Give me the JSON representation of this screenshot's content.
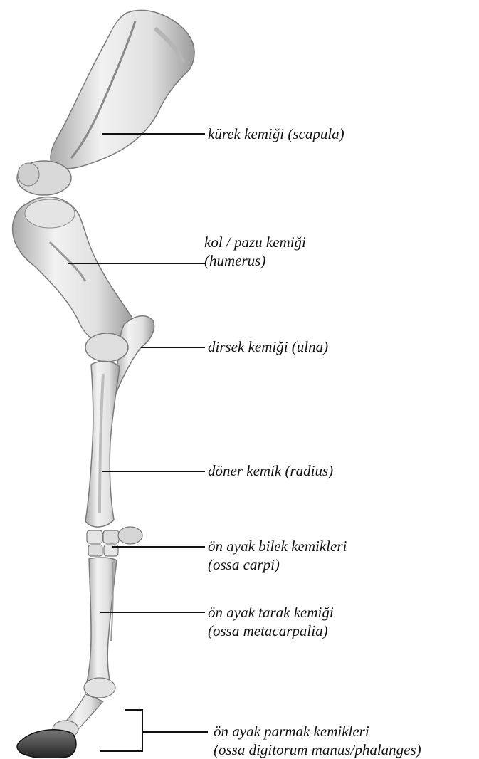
{
  "labels": {
    "scapula": "kürek kemiği (scapula)",
    "humerus_line1": "kol / pazu kemiği",
    "humerus_line2": "(humerus)",
    "ulna": "dirsek kemiği (ulna)",
    "radius": "döner kemik (radius)",
    "carpi_line1": "ön ayak bilek kemikleri",
    "carpi_line2": "(ossa carpi)",
    "metacarpalia_line1": "ön ayak tarak kemiği",
    "metacarpalia_line2": "(ossa metacarpalia)",
    "phalanges_line1": "ön ayak parmak kemikleri",
    "phalanges_line2": "(ossa digitorum manus/phalanges)"
  },
  "colors": {
    "bone": "#e8e8e8",
    "bone_shade": "#9a9a9a",
    "hoof": "#3a3a3a",
    "line": "#111111"
  }
}
